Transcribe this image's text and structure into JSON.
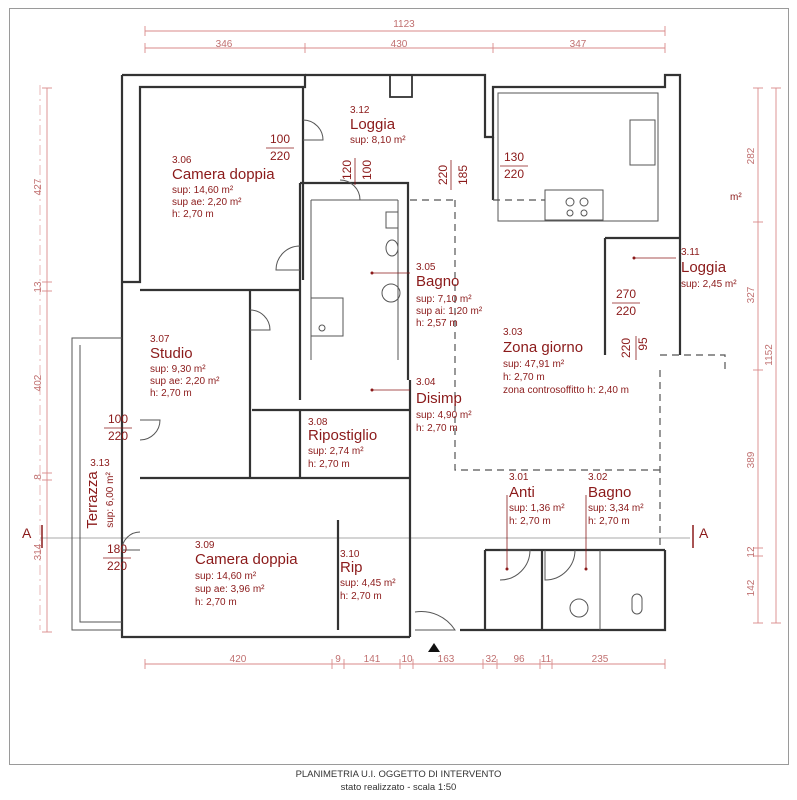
{
  "dims": {
    "top_total": "1123",
    "top_parts": [
      "346",
      "430",
      "347"
    ],
    "bottom_parts": [
      "420",
      "9",
      "141",
      "10",
      "163",
      "32",
      "96",
      "11",
      "235"
    ],
    "left_parts": [
      "427",
      "13",
      "402",
      "8",
      "314"
    ],
    "right_inner": [
      "282",
      "327",
      "389",
      "12",
      "142"
    ],
    "right_total": "1152"
  },
  "rooms": [
    {
      "id": "3.06",
      "name": "Camera doppia",
      "lines": [
        "sup: 14,60 m²",
        "sup ae: 2,20 m²",
        "h: 2,70  m"
      ]
    },
    {
      "id": "3.12",
      "name": "Loggia",
      "lines": [
        "sup: 8,10 m²"
      ]
    },
    {
      "id": "3.05",
      "name": "Bagno",
      "lines": [
        "sup: 7,10 m²",
        "sup ai: 1,20 m²",
        "h: 2,57 m"
      ]
    },
    {
      "id": "3.11",
      "name": "Loggia",
      "lines": [
        "sup: 2,45 m²"
      ]
    },
    {
      "id": "3.07",
      "name": "Studio",
      "lines": [
        "sup: 9,30 m²",
        "sup ae: 2,20 m²",
        "h: 2,70  m"
      ]
    },
    {
      "id": "3.03",
      "name": "Zona giorno",
      "lines": [
        "sup: 47,91 m²",
        "h: 2,70 m",
        "zona controsoffitto h: 2,40 m"
      ]
    },
    {
      "id": "3.04",
      "name": "Disimp",
      "lines": [
        "sup: 4,90 m²",
        "h: 2,70 m"
      ]
    },
    {
      "id": "3.08",
      "name": "Ripostiglio",
      "lines": [
        "sup: 2,74 m²",
        "h: 2,70 m"
      ]
    },
    {
      "id": "3.13",
      "name": "Terrazza",
      "lines": [
        "sup: 6,00 m²"
      ]
    },
    {
      "id": "3.01",
      "name": "Anti",
      "lines": [
        "sup: 1,36 m²",
        "h: 2,70 m"
      ]
    },
    {
      "id": "3.02",
      "name": "Bagno",
      "lines": [
        "sup: 3,34 m²",
        "h: 2,70 m"
      ]
    },
    {
      "id": "3.09",
      "name": "Camera doppia",
      "lines": [
        "sup: 14,60 m²",
        "sup ae: 3,96 m²",
        "h: 2,70 m"
      ]
    },
    {
      "id": "3.10",
      "name": "Rip",
      "lines": [
        "sup: 4,45 m²",
        "h: 2,70 m"
      ]
    }
  ],
  "doors": [
    {
      "w": "100",
      "h": "220"
    },
    {
      "w": "120",
      "h": "220"
    },
    {
      "w": "100",
      "h": "185"
    },
    {
      "w": "130",
      "h": "220"
    },
    {
      "w": "270",
      "h": "220"
    },
    {
      "w": "95",
      "h": "220"
    },
    {
      "w": "100",
      "h": "220"
    },
    {
      "w": "180",
      "h": "220"
    }
  ],
  "stray_unit": "m²",
  "section_marks": {
    "left": "A",
    "right": "A"
  },
  "caption": {
    "line1": "PLANIMETRIA U.I. OGGETTO DI INTERVENTO",
    "line2": "stato realizzato - scala 1:50"
  }
}
